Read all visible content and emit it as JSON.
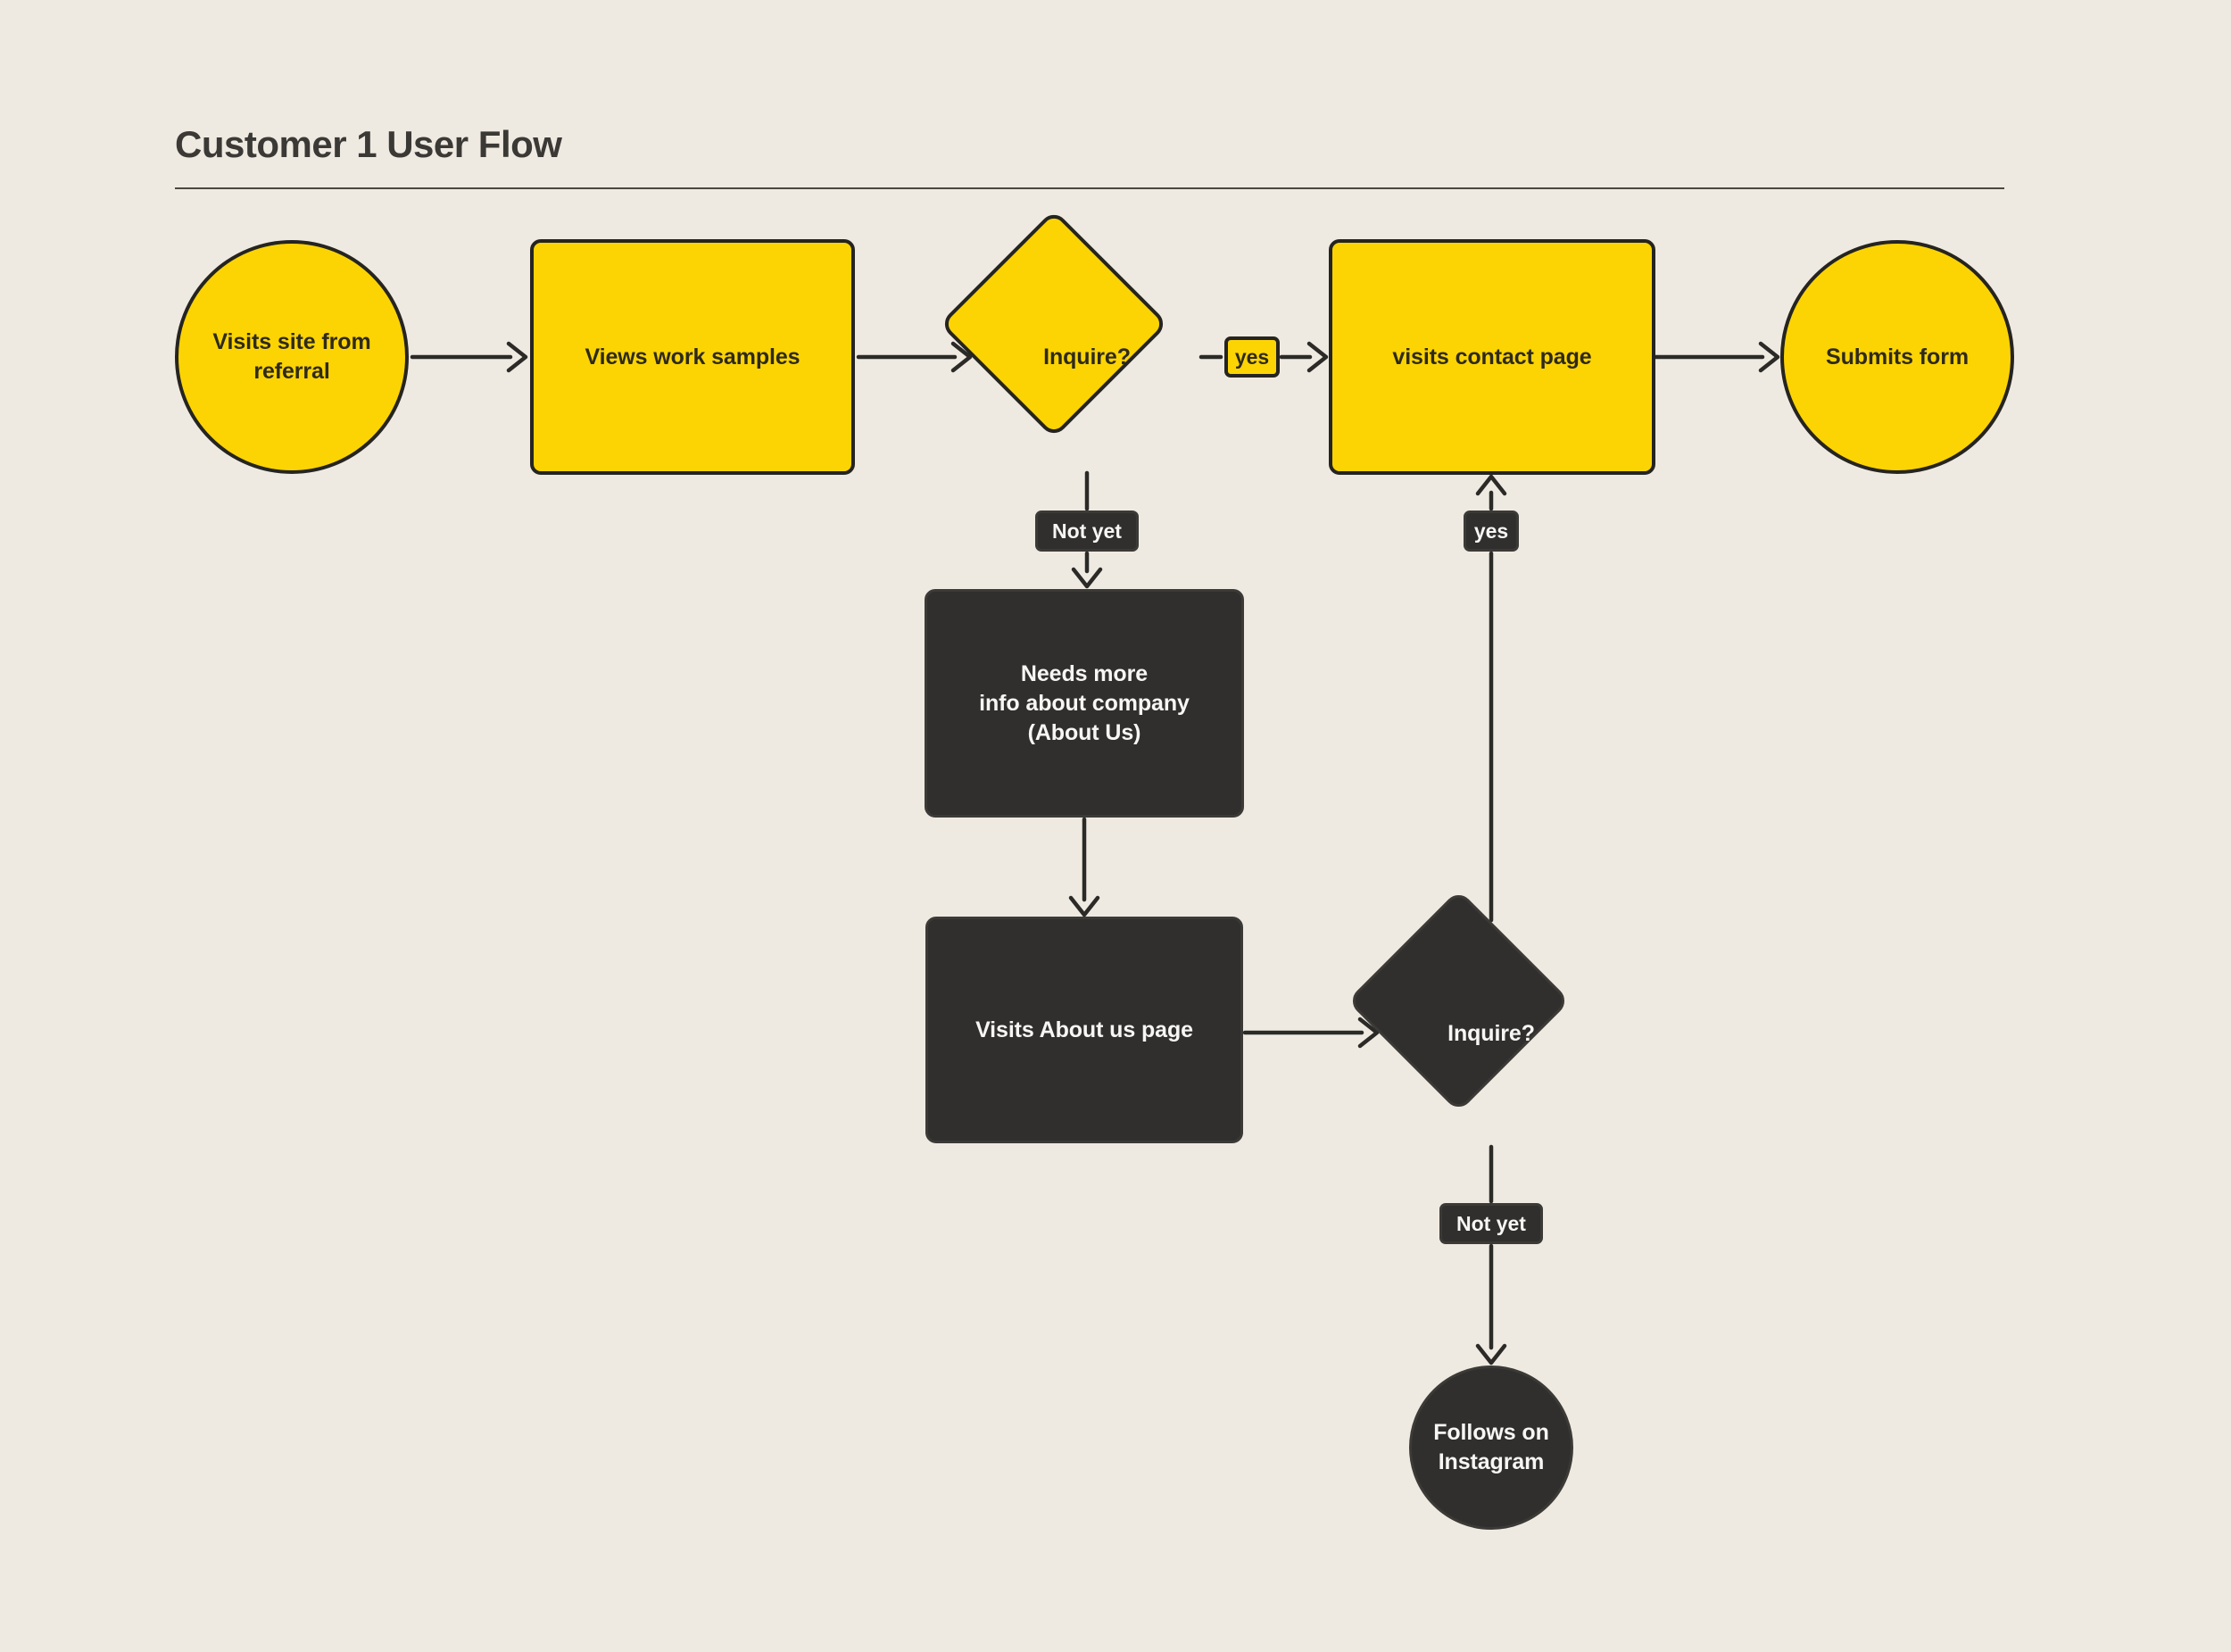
{
  "page": {
    "title": "Customer 1 User Flow"
  },
  "colors": {
    "background": "#EFEAE1",
    "node_yellow": "#FCD404",
    "node_dark": "#302F2D",
    "connector": "#2B2A27",
    "text_on_yellow": "#2E2A1B",
    "text_on_dark": "#F7F6F4"
  },
  "flow": {
    "nodes": {
      "start": {
        "type": "circle",
        "label": "Visits site from\nreferral"
      },
      "views_work": {
        "type": "rect",
        "label": "Views work samples"
      },
      "inquire_1": {
        "type": "diamond",
        "label": "Inquire?"
      },
      "contact": {
        "type": "rect",
        "label": "visits contact page"
      },
      "submit": {
        "type": "circle",
        "label": "Submits form"
      },
      "needs_info": {
        "type": "rect",
        "label": "Needs more\ninfo about company\n(About Us)"
      },
      "about_us": {
        "type": "rect",
        "label": "Visits About us page"
      },
      "inquire_2": {
        "type": "diamond",
        "label": "Inquire?"
      },
      "instagram": {
        "type": "circle",
        "label": "Follows on\nInstagram"
      }
    },
    "edge_labels": {
      "yes_1": "yes",
      "not_yet_1": "Not yet",
      "yes_2": "yes",
      "not_yet_2": "Not yet"
    }
  }
}
